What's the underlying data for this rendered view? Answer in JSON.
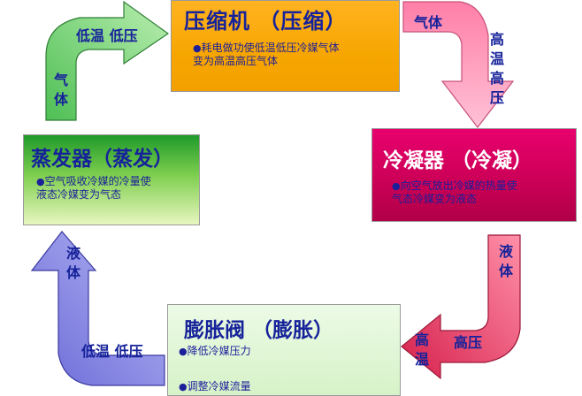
{
  "compressor": {
    "title": "压缩机 （压缩）",
    "bullet": "●",
    "desc_line1": "耗电做功使低温低压冷媒气体",
    "desc_line2": "变为高温高压气体"
  },
  "condenser": {
    "title": "冷凝器 （冷凝）",
    "bullet": "●",
    "desc_line1": "向空气放出冷媒的热量使",
    "desc_line2": "气态冷媒变为液态"
  },
  "valve": {
    "title": "膨胀阀 （膨胀）",
    "bullet1": "●",
    "desc1": "降低冷媒压力",
    "bullet2": "●",
    "desc2": "调整冷媒流量"
  },
  "evaporator": {
    "title": "蒸发器（蒸发）",
    "bullet": "●",
    "desc_line1": "空气吸收冷媒的冷量使",
    "desc_line2": "液态冷媒变为气态"
  },
  "arrows": {
    "top_left_label_h": "低温 低压",
    "top_left_label_v": "气体",
    "top_right_label_h": "气体",
    "top_right_label_v": "高温高压",
    "bottom_right_label_v": "液体",
    "bottom_right_label_h": "高压",
    "bottom_right_label_v2": "高温",
    "bottom_left_label_v": "液体",
    "bottom_left_label_h": "低温 低压"
  },
  "colors": {
    "arrow_top_left": "#7fd17c",
    "arrow_top_right": "#ff9fbf",
    "arrow_bottom_right": "#e94a6e",
    "arrow_bottom_left": "#8e8ee8",
    "text_blue": "#16229a"
  }
}
